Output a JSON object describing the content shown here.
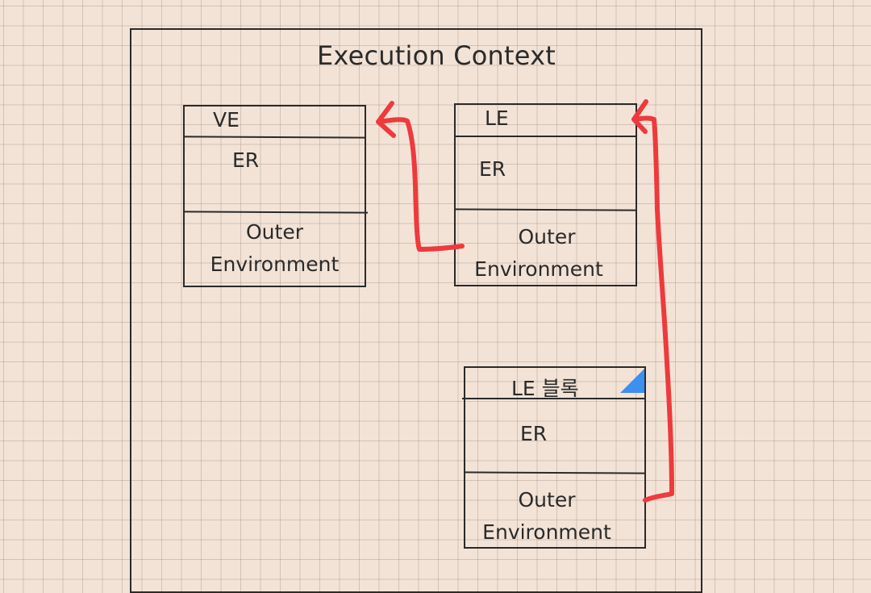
{
  "diagram": {
    "title": "Execution Context",
    "ve": {
      "header": "VE",
      "er": "ER",
      "outer_line1": "Outer",
      "outer_line2": "Environment"
    },
    "le": {
      "header": "LE",
      "er": "ER",
      "outer_line1": "Outer",
      "outer_line2": "Environment"
    },
    "le_block": {
      "header": "LE 블록",
      "er": "ER",
      "outer_line1": "Outer",
      "outer_line2": "Environment"
    },
    "colors": {
      "arrow": "#ee3a3c",
      "corner_marker": "#3d8ff0",
      "line": "#2a2a2a",
      "background": "#f3e3d7"
    }
  }
}
